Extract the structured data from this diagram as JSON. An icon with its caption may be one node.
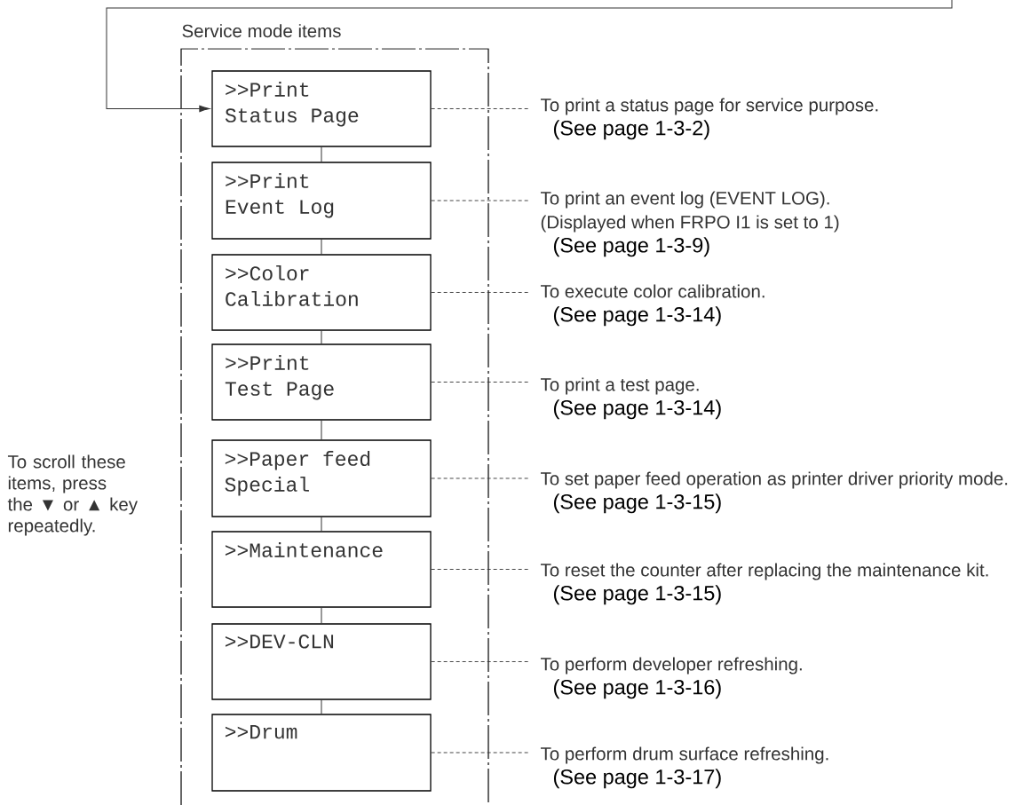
{
  "diagram": {
    "nodes": [
      {
        "text": [
          "Service mode items"
        ]
      },
      {
        "text": [
          ">>Print Status Page"
        ],
        "in": 0
      },
      {
        "text": [
          ">>Print Event Log"
        ],
        "in": 0
      },
      {
        "text": [
          ">>Color Calibration"
        ],
        "in": 0
      },
      {
        "text": [
          ">>Print Test Page"
        ],
        "in": 0
      },
      {
        "text": [
          ">>Paper feed Special"
        ],
        "in": 0
      },
      {
        "text": [
          ">>Maintenance"
        ],
        "in": 0
      },
      {
        "text": [
          ">>DEV-CLN"
        ],
        "in": 0
      },
      {
        "text": [
          ">>Drum"
        ],
        "in": 0
      },
      {
        "text": [
          "To print a status page for service purpose.",
          "(See page 1-3-2)"
        ]
      },
      {
        "text": [
          "To print an event log (EVENT LOG).",
          "(Displayed when FRPO I1 is set to 1)",
          "(See page 1-3-9)"
        ]
      },
      {
        "text": [
          "To execute color calibration.",
          "(See page 1-3-14)"
        ]
      },
      {
        "text": [
          "To print a test page.",
          "(See page 1-3-14)"
        ]
      },
      {
        "text": [
          "To set paper feed operation as printer driver priority mode.",
          "(See page 1-3-15)"
        ]
      },
      {
        "text": [
          "To reset the counter after replacing the maintenance kit.",
          "(See page 1-3-15)"
        ]
      },
      {
        "text": [
          "To perform developer refreshing.",
          "(See page 1-3-16)"
        ]
      },
      {
        "text": [
          "To perform drum surface refreshing.",
          "(See page 1-3-17)"
        ]
      }
    ],
    "edges": [
      {
        "from": null,
        "to": 1,
        "arrow": "to"
      },
      {
        "from": 1,
        "to": 2,
        "arrow": "none"
      },
      {
        "from": 2,
        "to": 3,
        "arrow": "none"
      },
      {
        "from": 3,
        "to": 4,
        "arrow": "none"
      },
      {
        "from": 4,
        "to": 5,
        "arrow": "none"
      },
      {
        "from": 5,
        "to": 6,
        "arrow": "none"
      },
      {
        "from": 6,
        "to": 7,
        "arrow": "none"
      },
      {
        "from": 7,
        "to": 8,
        "arrow": "none"
      },
      {
        "from": 1,
        "to": 9,
        "arrow": "none",
        "style": "dashed"
      },
      {
        "from": 2,
        "to": 10,
        "arrow": "none",
        "style": "dashed"
      },
      {
        "from": 3,
        "to": 11,
        "arrow": "none",
        "style": "dashed"
      },
      {
        "from": 4,
        "to": 12,
        "arrow": "none",
        "style": "dashed"
      },
      {
        "from": 5,
        "to": 13,
        "arrow": "none",
        "style": "dashed"
      },
      {
        "from": 6,
        "to": 14,
        "arrow": "none",
        "style": "dashed"
      },
      {
        "from": 7,
        "to": 15,
        "arrow": "none",
        "style": "dashed"
      },
      {
        "from": 8,
        "to": 16,
        "arrow": "none",
        "style": "dashed"
      }
    ],
    "labels": [
      "To scroll these items, press the ▼ or ▲ key repeatedly."
    ]
  }
}
